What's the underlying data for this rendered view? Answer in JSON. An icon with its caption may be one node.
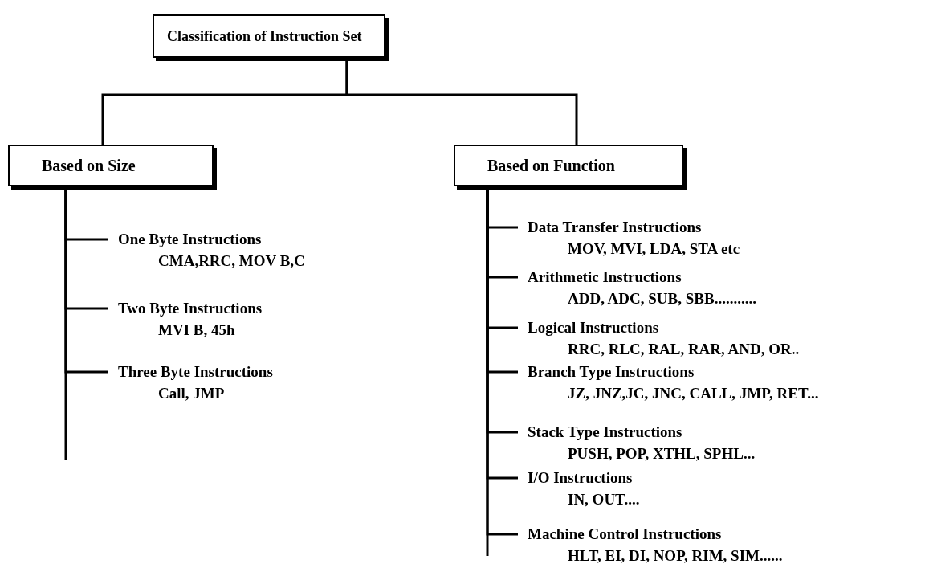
{
  "diagram": {
    "nodes": [
      {
        "text": [
          "Classification of Instruction Set"
        ]
      },
      {
        "text": [
          "Based on Size"
        ]
      },
      {
        "text": [
          "Based on Function"
        ]
      },
      {
        "text": [
          "One Byte Instructions",
          "CMA,RRC, MOV B,C"
        ]
      },
      {
        "text": [
          "Two Byte Instructions",
          "MVI B, 45h"
        ]
      },
      {
        "text": [
          "Three Byte Instructions",
          "Call, JMP"
        ]
      },
      {
        "text": [
          "Data Transfer Instructions",
          "MOV, MVI, LDA, STA etc"
        ]
      },
      {
        "text": [
          "Arithmetic Instructions",
          "ADD, ADC, SUB, SBB..........."
        ]
      },
      {
        "text": [
          "Logical Instructions",
          "RRC, RLC, RAL, RAR, AND, OR.."
        ]
      },
      {
        "text": [
          "Branch Type Instructions",
          "JZ, JNZ,JC, JNC, CALL, JMP, RET..."
        ]
      },
      {
        "text": [
          "Stack Type Instructions",
          "PUSH, POP, XTHL, SPHL..."
        ]
      },
      {
        "text": [
          "I/O Instructions",
          "IN, OUT...."
        ]
      },
      {
        "text": [
          "Machine Control Instructions",
          "HLT, EI, DI, NOP, RIM, SIM......"
        ]
      }
    ],
    "edges": [
      {
        "from": 0,
        "to": 1,
        "arrow": "none"
      },
      {
        "from": 0,
        "to": 2,
        "arrow": "none"
      },
      {
        "from": 1,
        "to": 3,
        "arrow": "none"
      },
      {
        "from": 1,
        "to": 4,
        "arrow": "none"
      },
      {
        "from": 1,
        "to": 5,
        "arrow": "none"
      },
      {
        "from": 2,
        "to": 6,
        "arrow": "none"
      },
      {
        "from": 2,
        "to": 7,
        "arrow": "none"
      },
      {
        "from": 2,
        "to": 8,
        "arrow": "none"
      },
      {
        "from": 2,
        "to": 9,
        "arrow": "none"
      },
      {
        "from": 2,
        "to": 10,
        "arrow": "none"
      },
      {
        "from": 2,
        "to": 11,
        "arrow": "none"
      },
      {
        "from": 2,
        "to": 12,
        "arrow": "none"
      }
    ]
  }
}
